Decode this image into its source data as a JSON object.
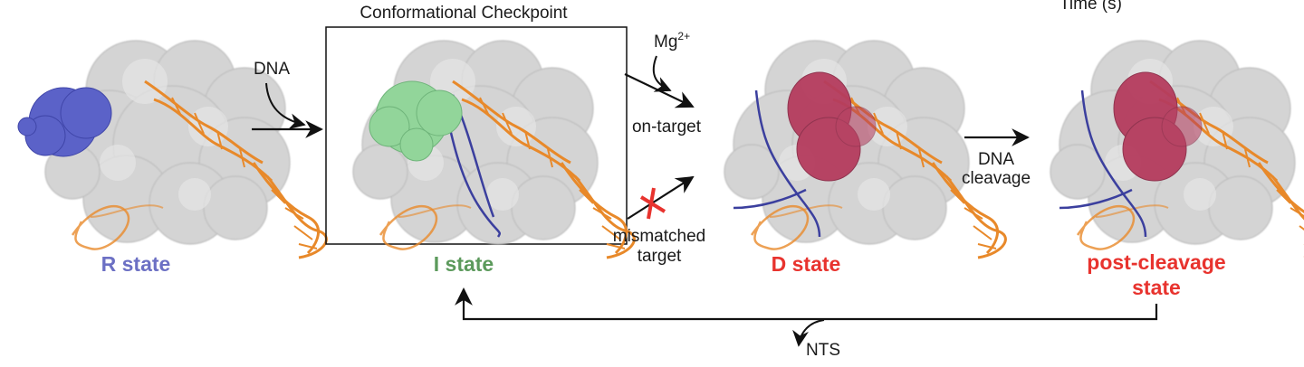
{
  "header": {
    "clipped_text": "Time (s)"
  },
  "checkpoint_box": {
    "title": "Conformational Checkpoint"
  },
  "states": {
    "r": {
      "label": "R state",
      "color": "#6c70c4",
      "domain_color": "#5b62c8"
    },
    "i": {
      "label": "I state",
      "color": "#5c9a5c",
      "domain_color": "#92d59a"
    },
    "d": {
      "label": "D state",
      "color": "#e8332e",
      "domain_color": "#b53c5e"
    },
    "post": {
      "label_line1": "post-cleavage",
      "label_line2": "state",
      "color": "#e8332e",
      "domain_color": "#b53c5e"
    }
  },
  "arrows": {
    "dna_binding": "DNA",
    "mg": "Mg",
    "mg_charge": "2+",
    "on_target": "on-target",
    "mismatched_line1": "mismatched",
    "mismatched_line2": "target",
    "cleavage_line1": "DNA",
    "cleavage_line2": "cleavage",
    "nts": "NTS"
  },
  "colors": {
    "protein": "#d2d2d2",
    "dna": "#e8892a",
    "target_strand": "#3b3f9e",
    "blocked": "#e8332e"
  }
}
